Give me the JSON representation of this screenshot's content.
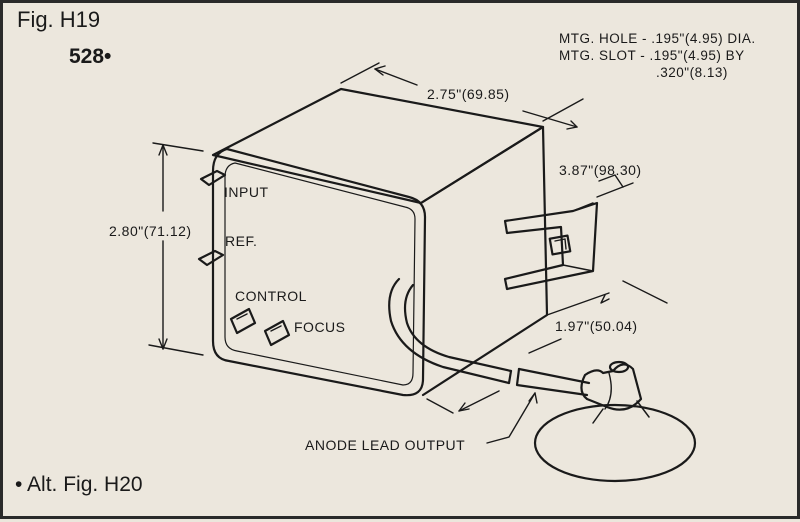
{
  "figure": {
    "label": "Fig. H19",
    "part_number": "528•",
    "alt_figure": "• Alt. Fig. H20"
  },
  "notes": {
    "mounting_hole": "MTG. HOLE - .195\"(4.95) DIA.",
    "mounting_slot_line1": "MTG. SLOT - .195\"(4.95) BY",
    "mounting_slot_line2": ".320\"(8.13)"
  },
  "dimensions": {
    "width": "2.75\"(69.85)",
    "height": "2.80\"(71.12)",
    "tab_span": "3.87\"(98.30)",
    "depth": "1.97\"(50.04)"
  },
  "labels": {
    "input": "INPUT",
    "ref": "REF.",
    "control": "CONTROL",
    "focus": "FOCUS",
    "anode": "ANODE LEAD OUTPUT"
  }
}
